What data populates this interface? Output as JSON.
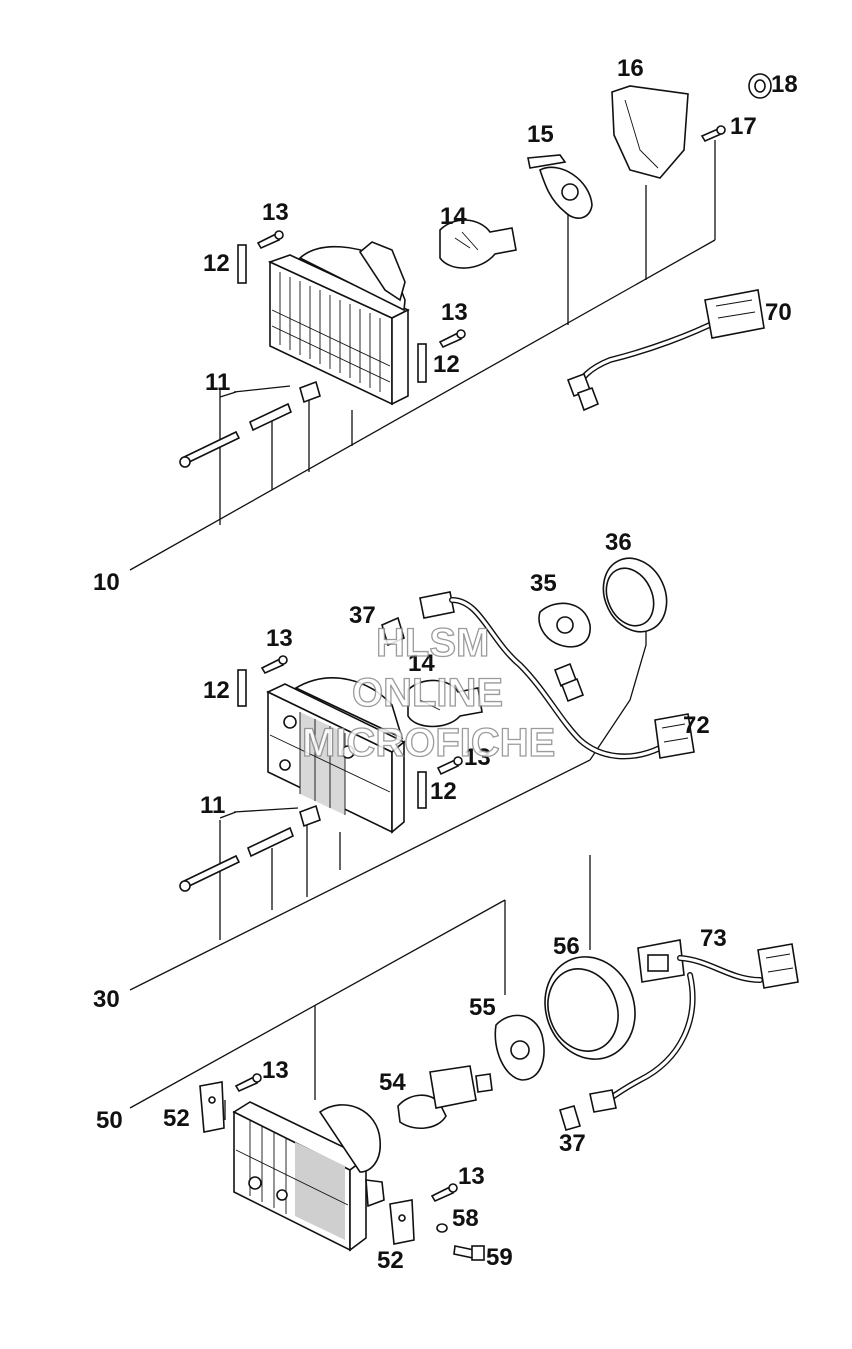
{
  "watermark": {
    "line1": "HLSM",
    "line2": "ONLINE",
    "line3": "MICROFICHE"
  },
  "labels": {
    "p10": "10",
    "p11a": "11",
    "p12a": "12",
    "p12b": "12",
    "p13a": "13",
    "p13b": "13",
    "p14a": "14",
    "p15": "15",
    "p16": "16",
    "p17": "17",
    "p18": "18",
    "p70": "70",
    "p30": "30",
    "p11b": "11",
    "p12c": "12",
    "p12d": "12",
    "p13c": "13",
    "p13d": "13",
    "p14b": "14",
    "p35": "35",
    "p36": "36",
    "p37a": "37",
    "p72": "72",
    "p50": "50",
    "p52a": "52",
    "p52b": "52",
    "p13e": "13",
    "p13f": "13",
    "p54": "54",
    "p55": "55",
    "p56": "56",
    "p37b": "37",
    "p58": "58",
    "p59": "59",
    "p73": "73"
  },
  "colors": {
    "ink": "#111111",
    "paper": "#ffffff",
    "watermark": "#8a8a8a"
  }
}
